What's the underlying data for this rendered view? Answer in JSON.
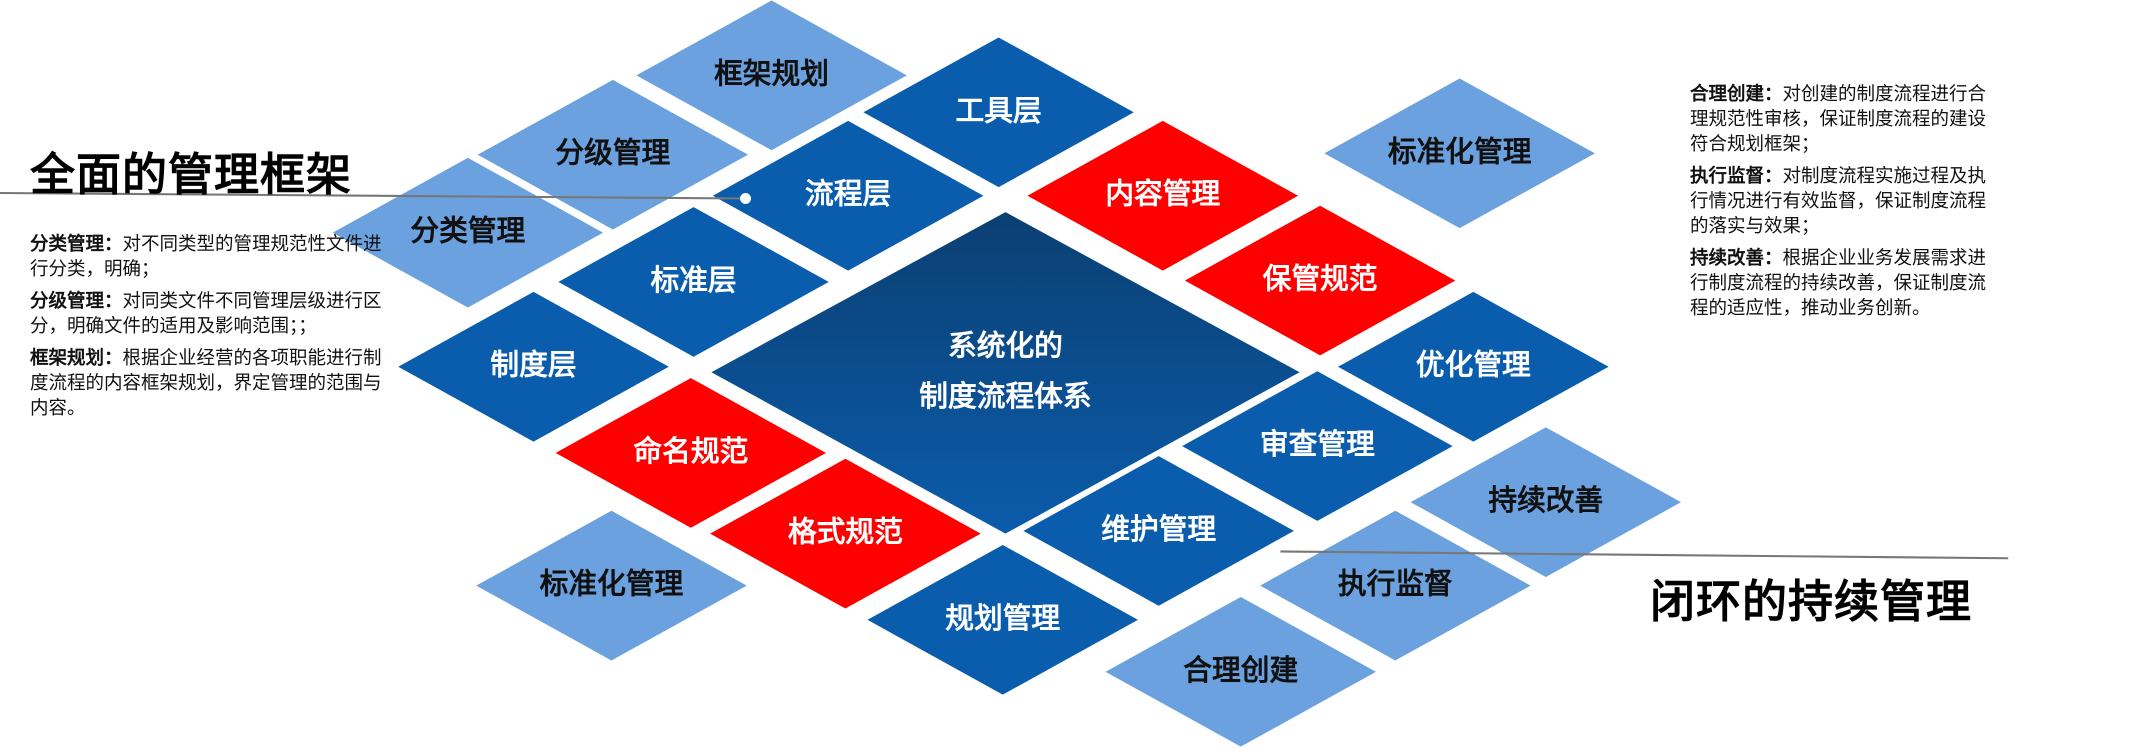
{
  "colors": {
    "light": "#6aa1de",
    "dark": "#0a5cad",
    "red": "#fe0000",
    "center_top": "#0b3f72",
    "center_bottom": "#0b5cab"
  },
  "left_title": "全面的管理框架",
  "right_title": "闭环的持续管理",
  "center": {
    "line1": "系统化的",
    "line2": "制度流程体系"
  },
  "diamonds": [
    {
      "label": "框架规划",
      "type": "light"
    },
    {
      "label": "分级管理",
      "type": "light"
    },
    {
      "label": "分类管理",
      "type": "light"
    },
    {
      "label": "标准化管理",
      "type": "light"
    },
    {
      "label": "标准化管理",
      "type": "light"
    },
    {
      "label": "持续改善",
      "type": "light"
    },
    {
      "label": "执行监督",
      "type": "light"
    },
    {
      "label": "合理创建",
      "type": "light"
    },
    {
      "label": "工具层",
      "type": "dark"
    },
    {
      "label": "流程层",
      "type": "dark"
    },
    {
      "label": "标准层",
      "type": "dark"
    },
    {
      "label": "制度层",
      "type": "dark"
    },
    {
      "label": "优化管理",
      "type": "dark"
    },
    {
      "label": "审查管理",
      "type": "dark"
    },
    {
      "label": "维护管理",
      "type": "dark"
    },
    {
      "label": "规划管理",
      "type": "dark"
    },
    {
      "label": "内容管理",
      "type": "red"
    },
    {
      "label": "保管规范",
      "type": "red"
    },
    {
      "label": "命名规范",
      "type": "red"
    },
    {
      "label": "格式规范",
      "type": "red"
    }
  ],
  "left_desc": [
    {
      "term": "分类管理：",
      "text": "对不同类型的管理规范性文件进行分类，明确；"
    },
    {
      "term": "分级管理：",
      "text": "对同类文件不同管理层级进行区分，明确文件的适用及影响范围；；"
    },
    {
      "term": "框架规划：",
      "text": "根据企业经营的各项职能进行制度流程的内容框架规划，界定管理的范围与内容。"
    }
  ],
  "right_desc": [
    {
      "term": "合理创建：",
      "text": "对创建的制度流程进行合理规范性审核，保证制度流程的建设符合规划框架；"
    },
    {
      "term": "执行监督：",
      "text": "对制度流程实施过程及执行情况进行有效监督，保证制度流程的落实与效果；"
    },
    {
      "term": "持续改善：",
      "text": "根据企业业务发展需求进行制度流程的持续改善，保证制度流程的适应性，推动业务创新。"
    }
  ]
}
